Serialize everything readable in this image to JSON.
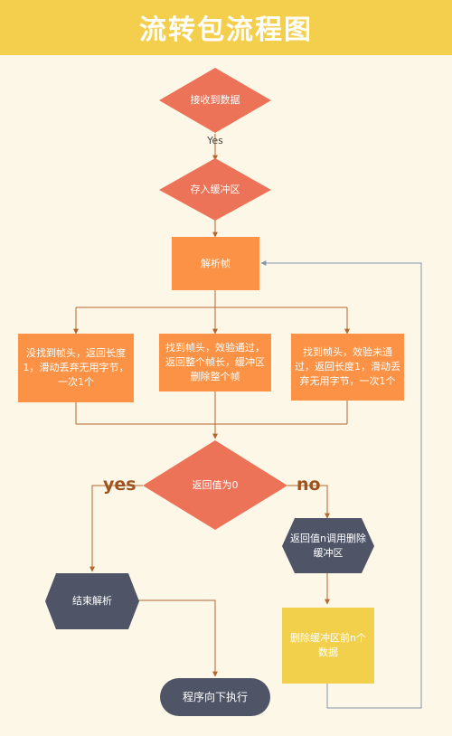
{
  "title": "流转包流程图",
  "colors": {
    "background": "#fdf7e8",
    "title_bar": "#f3cf4d",
    "diamond": "#ec7358",
    "orange_box": "#fb9245",
    "dark_hexagon": "#4f5566",
    "yellow_box": "#f2d04c",
    "connector": "#b5652e",
    "loop_line": "#8394ad"
  },
  "nodes": {
    "receive": "接收到数据",
    "buffer": "存入缓冲区",
    "parse": "解析帧",
    "case_left": "没找到帧头，返回长度1，滑动丢弃无用字节，一次1个",
    "case_mid": "找到帧头，效验通过，返回整个帧长，缓冲区删除整个帧",
    "case_right": "找到帧头，效验未通过，返回长度1，滑动丢弃无用字节，一次1个",
    "decision": "返回值为0",
    "delete_call": "返回值n调用删除缓冲区",
    "end_parse": "结束解析",
    "delete_n": "删除缓冲区前n个数据",
    "next": "程序向下执行"
  },
  "edge_labels": {
    "yes_small": "Yes",
    "yes": "yes",
    "no": "no"
  }
}
